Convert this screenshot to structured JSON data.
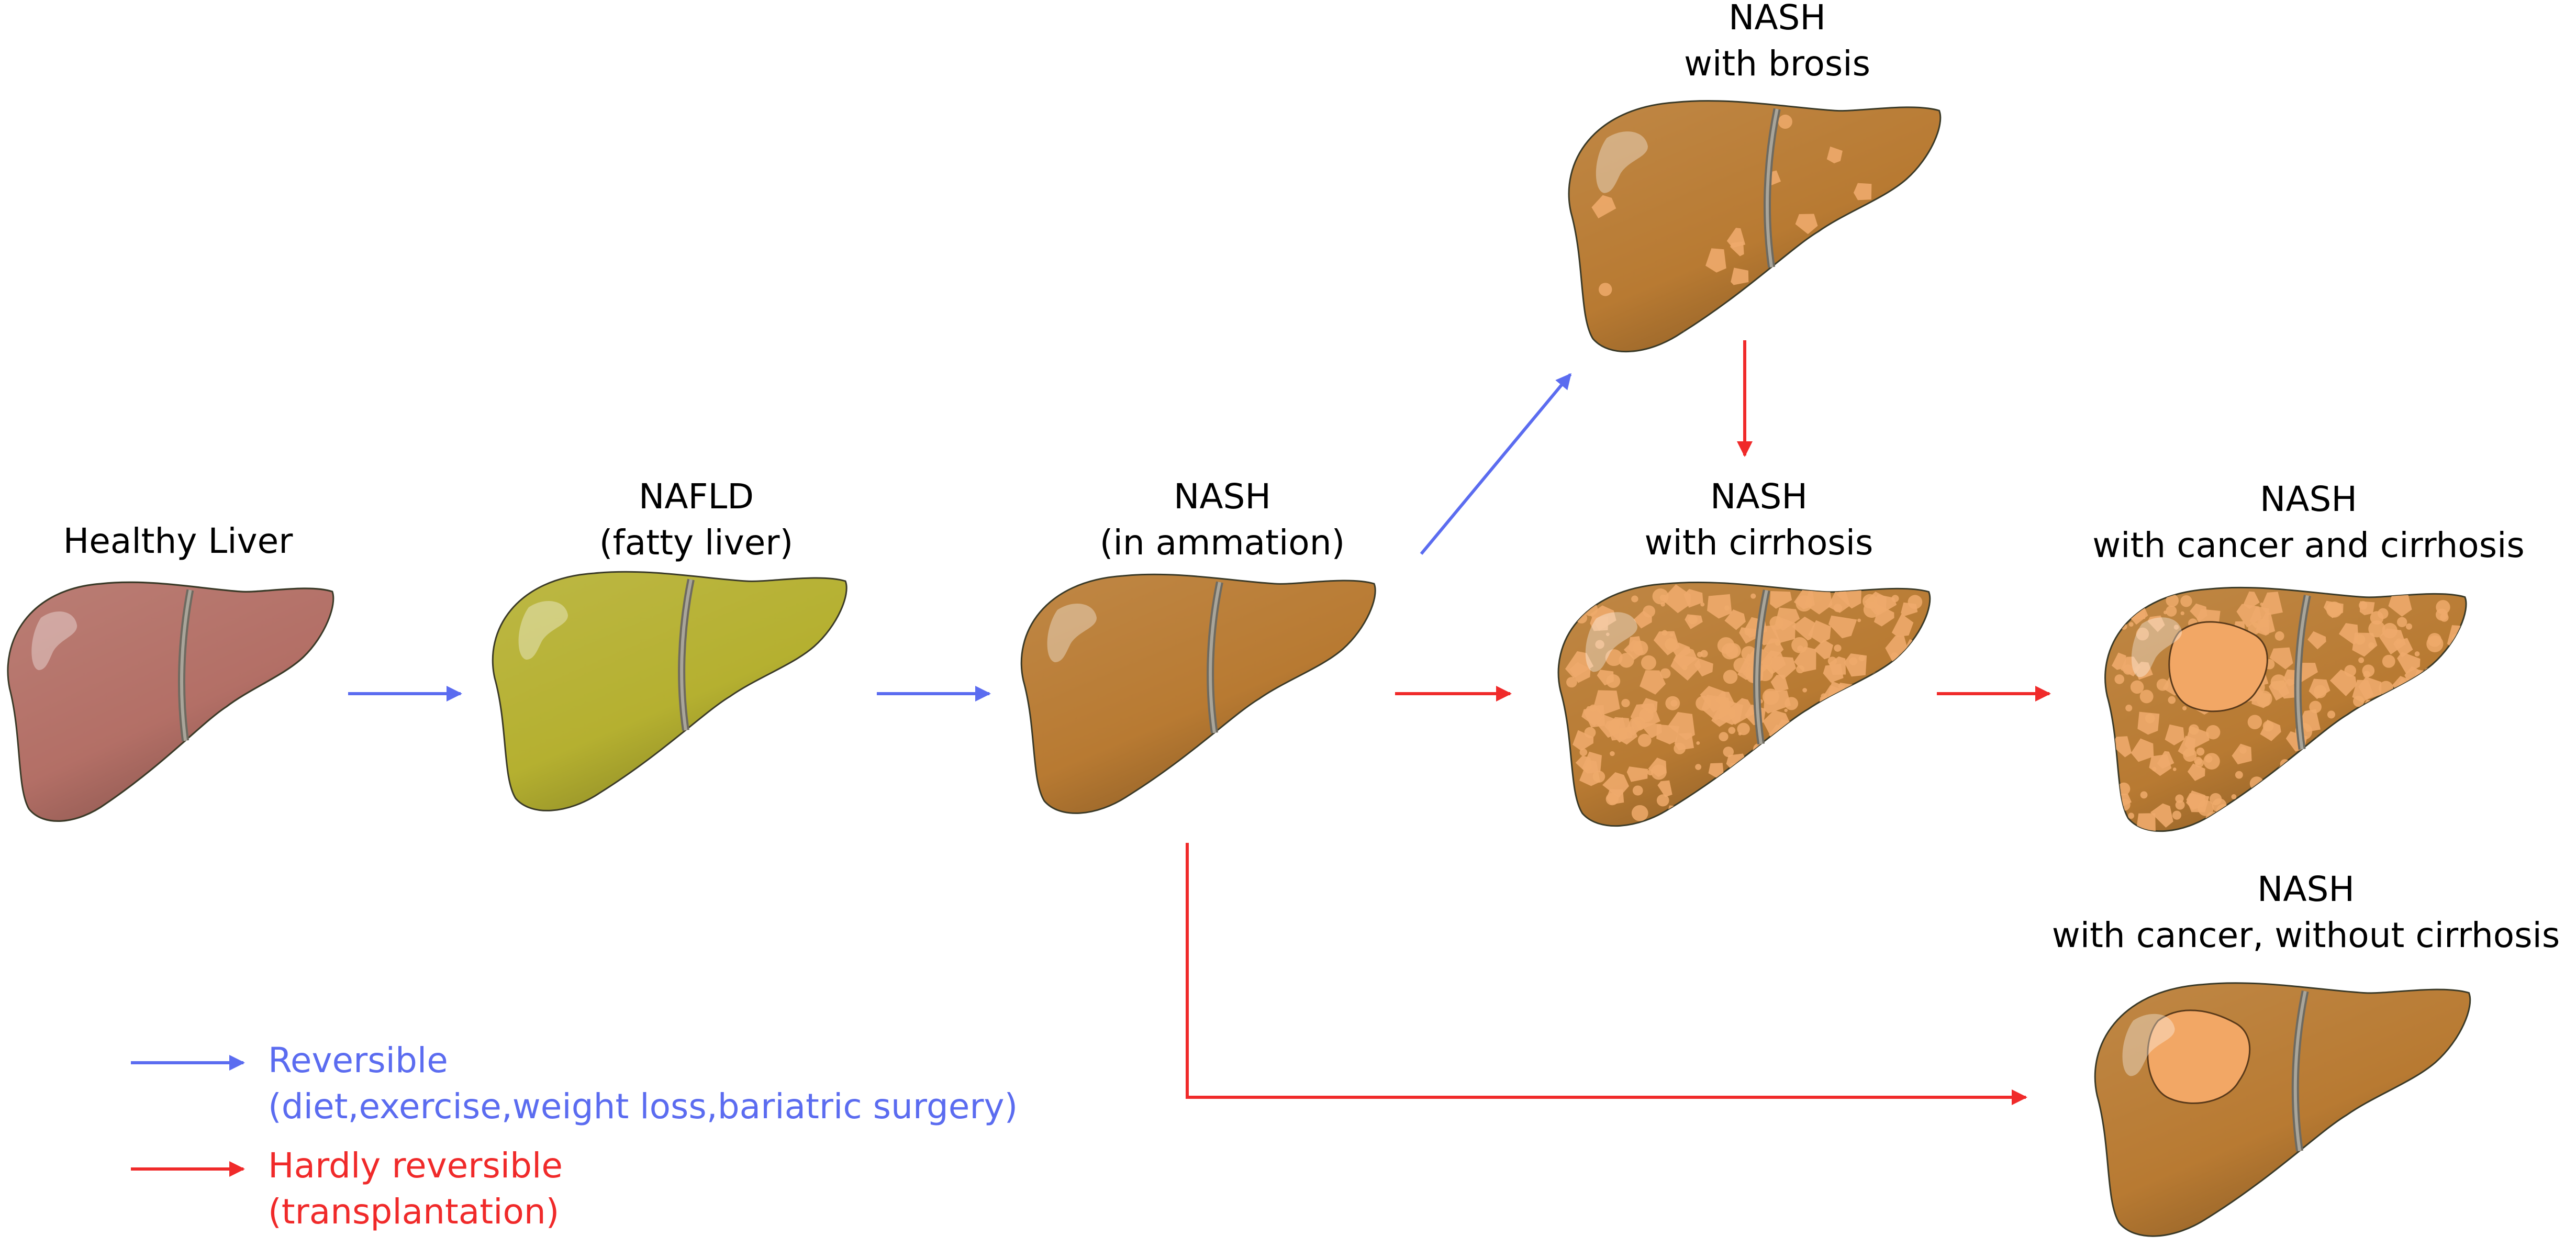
{
  "colors": {
    "reversible": "#5b6cf0",
    "irreversible": "#f02a2a",
    "healthy_liver": "#b36f66",
    "fatty_liver": "#b5b030",
    "nash_liver": "#b87a32",
    "fibrosis_spot": "#eeaa6b",
    "tumor": "#f2a765"
  },
  "stages": {
    "healthy": {
      "line1": "Healthy Liver"
    },
    "nafld": {
      "line1": "NAFLD",
      "line2": "(fatty liver)"
    },
    "nash": {
      "line1": "NASH",
      "line2": "(in   ammation)"
    },
    "fibrosis": {
      "line1": "NASH",
      "line2": "with    brosis"
    },
    "cirrhosis": {
      "line1": "NASH",
      "line2": "with cirrhosis"
    },
    "cancer_cirrhosis": {
      "line1": "NASH",
      "line2": "with cancer and cirrhosis"
    },
    "cancer_no_cirrhosis": {
      "line1": "NASH",
      "line2": "with cancer, without cirrhosis"
    }
  },
  "legend": {
    "reversible": {
      "label": "Reversible",
      "detail": "(diet,exercise,weight loss,bariatric surgery)"
    },
    "irreversible": {
      "label": "Hardly reversible",
      "detail": "(transplantation)"
    }
  }
}
